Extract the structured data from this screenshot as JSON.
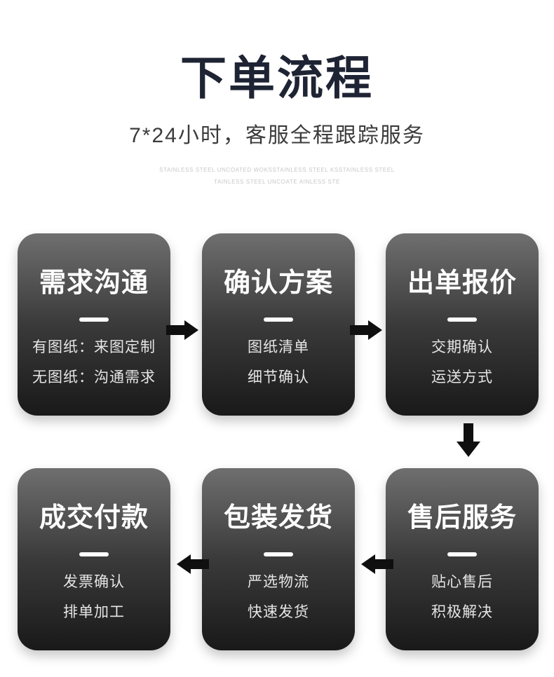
{
  "header": {
    "title": "下单流程",
    "subtitle": "7*24小时，客服全程跟踪服务",
    "watermark_line1": "STAINLESS STEEL UNCOATED WOKSSTAINLESS STEEL KSSTAINLESS STEEL",
    "watermark_line2": "TAINLESS STEEL UNCOATE AINLESS STE"
  },
  "steps": [
    {
      "title": "需求沟通",
      "lines": [
        "有图纸：来图定制",
        "无图纸：沟通需求"
      ]
    },
    {
      "title": "确认方案",
      "lines": [
        "图纸清单",
        "细节确认"
      ]
    },
    {
      "title": "出单报价",
      "lines": [
        "交期确认",
        "运送方式"
      ]
    },
    {
      "title": "成交付款",
      "lines": [
        "发票确认",
        "排单加工"
      ]
    },
    {
      "title": "包装发货",
      "lines": [
        "严选物流",
        "快速发货"
      ]
    },
    {
      "title": "售后服务",
      "lines": [
        "贴心售后",
        "积极解决"
      ]
    }
  ],
  "flow": {
    "arrows": [
      "right",
      "right",
      "down",
      "left",
      "left"
    ]
  },
  "colors": {
    "title_text": "#1e2433",
    "subtitle_text": "#3b3b3b",
    "watermark_text": "#c8c8c8",
    "card_gradient_top": "#6f6f6f",
    "card_gradient_mid": "#3a3a3a",
    "card_gradient_bottom": "#191919",
    "card_title_text": "#ffffff",
    "card_line_text": "#e5e5e5",
    "arrow_fill": "#0f0f0f",
    "background": "#ffffff"
  }
}
